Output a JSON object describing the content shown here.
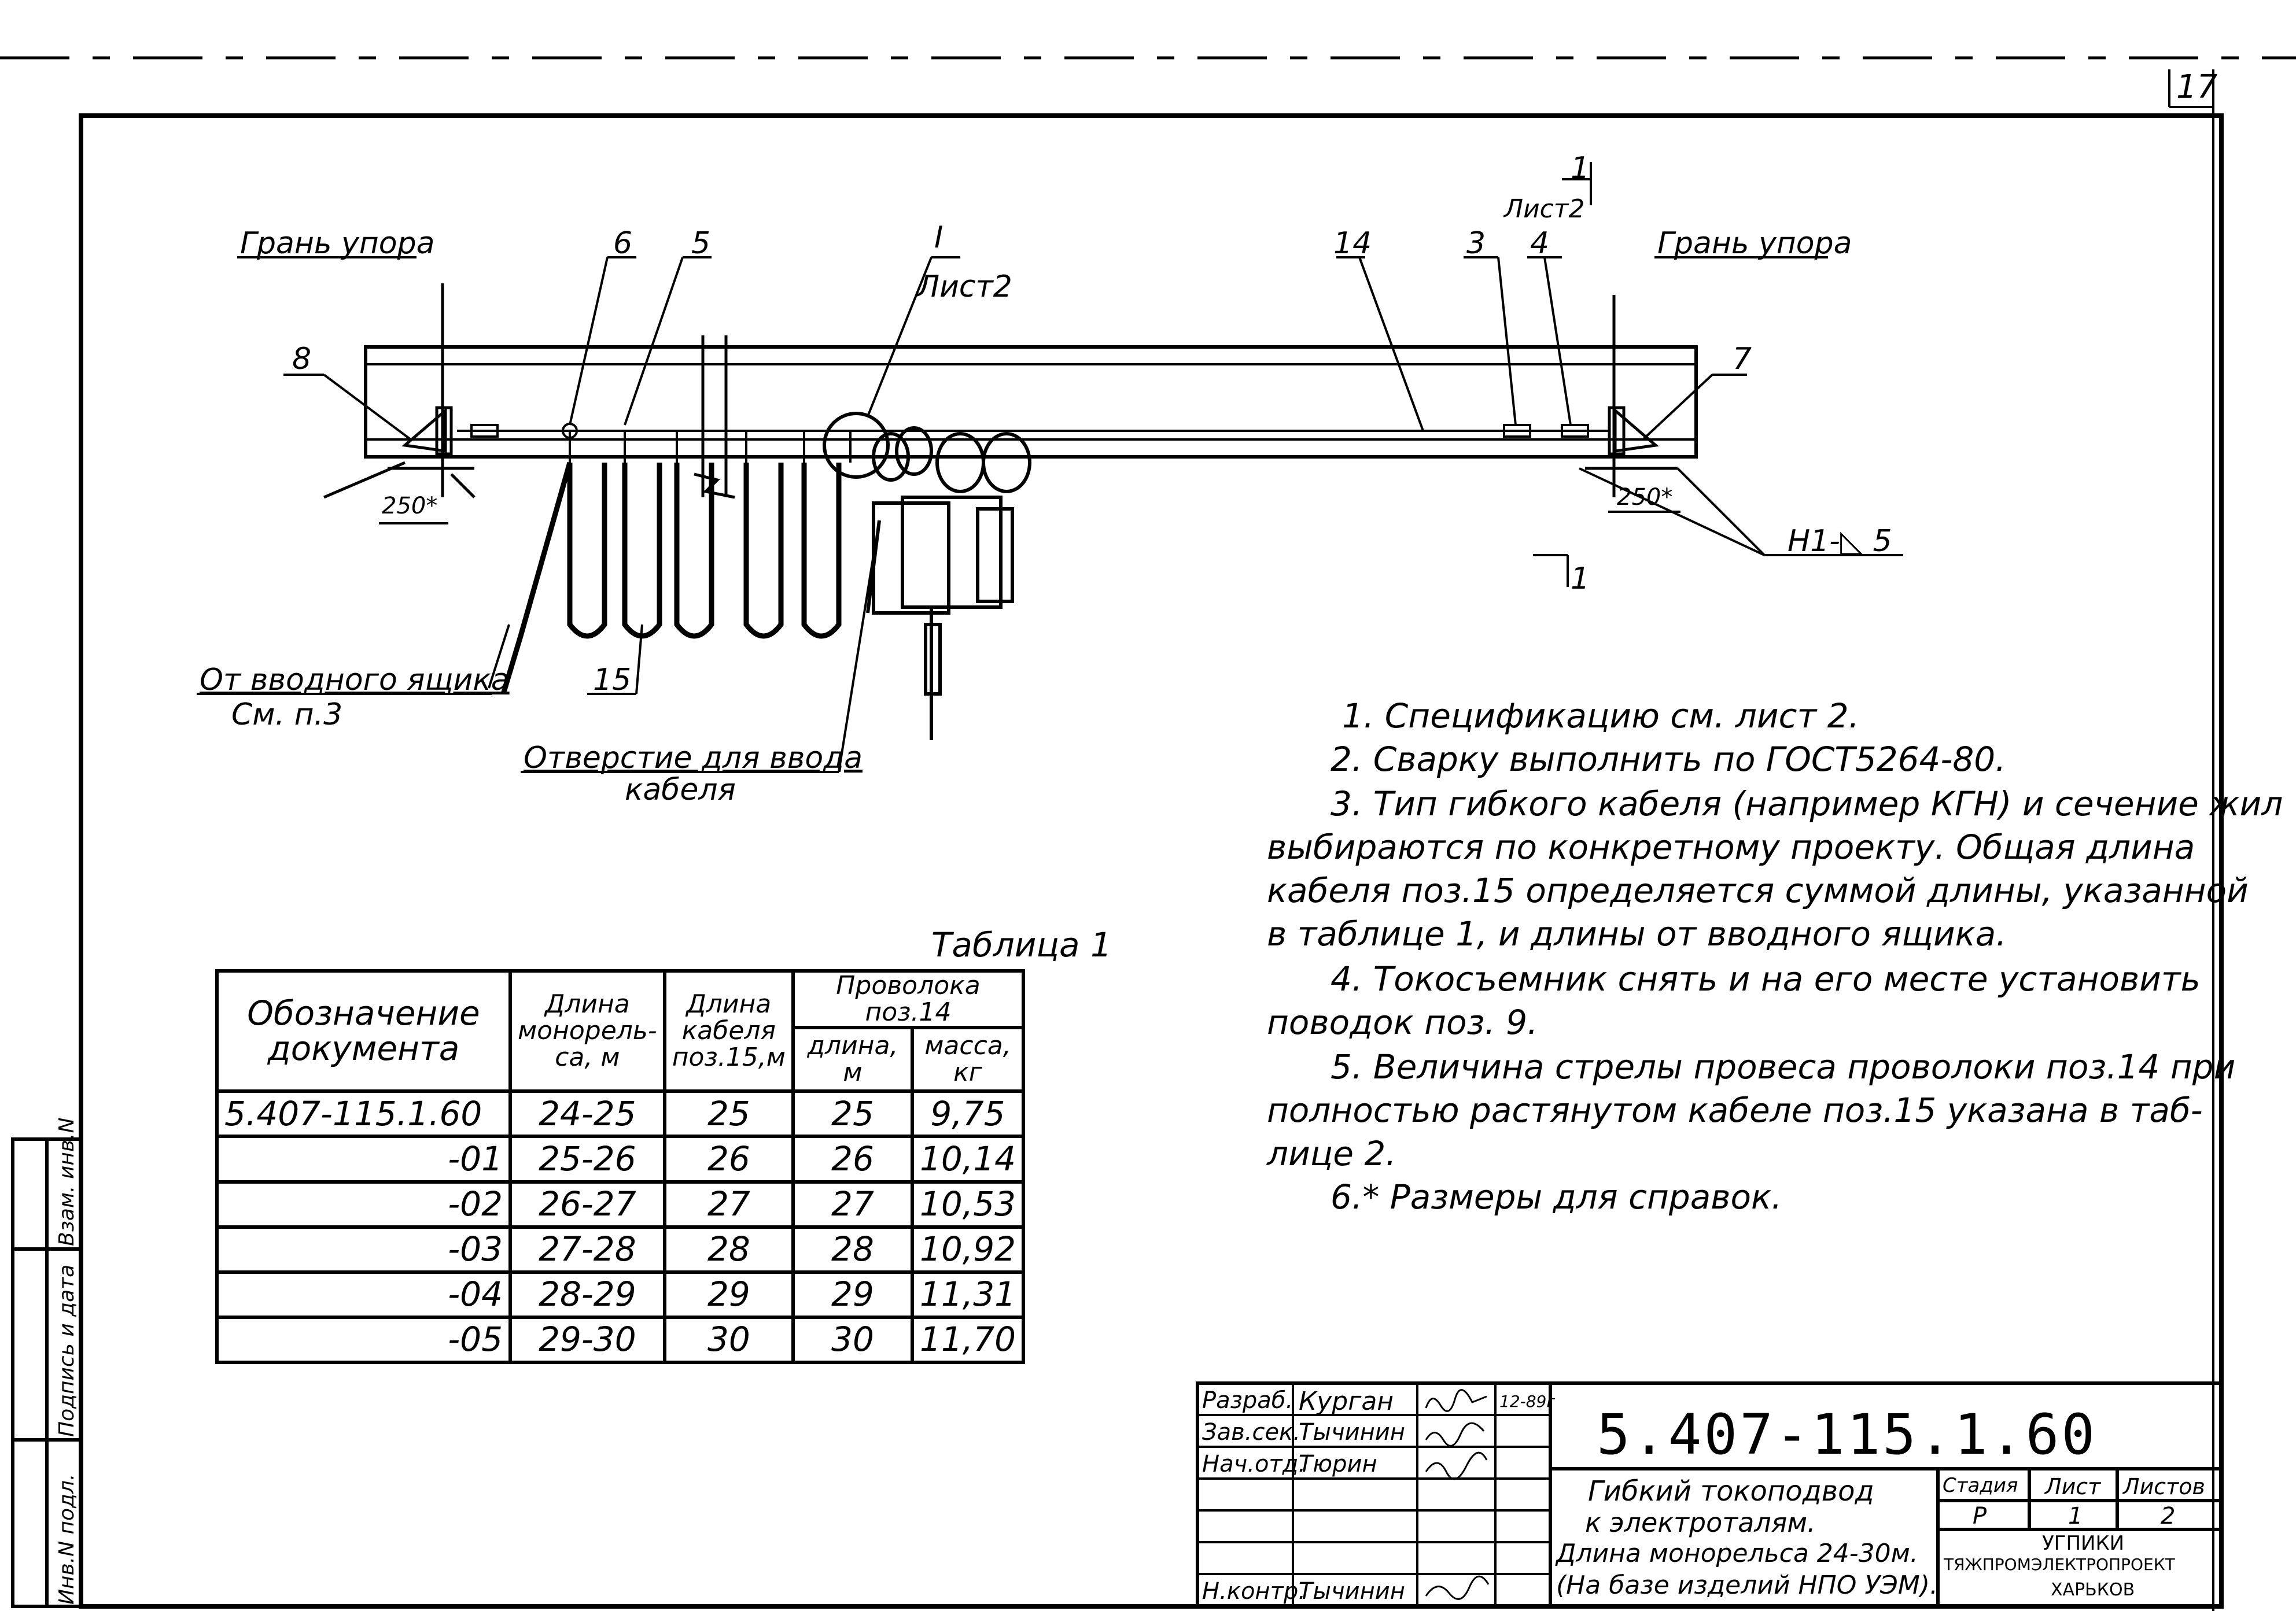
{
  "sheet_number": "17",
  "drawing_labels": {
    "edge_stop_left": "Грань упора",
    "edge_stop_right": "Грань упора",
    "pos_8": "8",
    "pos_6": "6",
    "pos_5": "5",
    "pos_detail": "I",
    "detail_sheet": "Лист2",
    "pos_14": "14",
    "pos_3": "3",
    "pos_4": "4",
    "pos_7": "7",
    "section_1_top": "1",
    "section_sheet": "Лист2",
    "section_1_bottom": "1",
    "dim_left": "250*",
    "dim_right": "250*",
    "weld_mark": "H1-◺ 5",
    "from_box": "От вводного ящика",
    "see_item": "См. п.3",
    "pos_15": "15",
    "cable_hole_1": "Отверстие для ввода",
    "cable_hole_2": "кабеля"
  },
  "notes": [
    "1. Спецификацию см. лист 2.",
    "2. Сварку выполнить по ГОСТ5264-80.",
    "3. Тип гибкого кабеля (например КГН) и сечение жил",
    "выбираются по конкретному проекту. Общая длина",
    "кабеля поз.15 определяется суммой длины, указанной",
    "в таблице 1, и длины от вводного ящика.",
    "4. Токосъемник снять и на его месте установить",
    "поводок поз. 9.",
    "5. Величина стрелы провеса проволоки поз.14 при",
    "полностью растянутом кабеле поз.15 указана в таб-",
    "лице 2.",
    "6.* Размеры для справок."
  ],
  "table1": {
    "caption": "Таблица 1",
    "headers": {
      "designation_1": "Обозначение",
      "designation_2": "документа",
      "rail_1": "Длина",
      "rail_2": "монорель-",
      "rail_3": "са, м",
      "cable_1": "Длина",
      "cable_2": "кабеля",
      "cable_3": "поз.15,м",
      "wire": "Проволока поз.14",
      "wire_len_1": "длина,",
      "wire_len_2": "м",
      "wire_mass_1": "масса,",
      "wire_mass_2": "кг"
    },
    "rows": [
      {
        "doc": "5.407-115.1.60",
        "rail": "24-25",
        "cable": "25",
        "wire_len": "25",
        "mass": "9,75"
      },
      {
        "doc": "-01",
        "rail": "25-26",
        "cable": "26",
        "wire_len": "26",
        "mass": "10,14"
      },
      {
        "doc": "-02",
        "rail": "26-27",
        "cable": "27",
        "wire_len": "27",
        "mass": "10,53"
      },
      {
        "doc": "-03",
        "rail": "27-28",
        "cable": "28",
        "wire_len": "28",
        "mass": "10,92"
      },
      {
        "doc": "-04",
        "rail": "28-29",
        "cable": "29",
        "wire_len": "29",
        "mass": "11,31"
      },
      {
        "doc": "-05",
        "rail": "29-30",
        "cable": "30",
        "wire_len": "30",
        "mass": "11,70"
      }
    ]
  },
  "title_block": {
    "code": "5.407-115.1.60",
    "roles": [
      "Разраб.",
      "Зав.сек.",
      "Нач.отд.",
      "",
      "",
      "",
      "Н.контр."
    ],
    "names": [
      "Курган",
      "Тычинин",
      "Тюрин",
      "",
      "",
      "",
      "Тычинин"
    ],
    "date": "12-89г",
    "title_1": "Гибкий токоподвод",
    "title_2": "к электроталям.",
    "title_3": "Длина монорельса 24-30м.",
    "title_4": "(На базе изделий НПО УЭМ).",
    "stage_h": "Стадия",
    "sheet_h": "Лист",
    "sheets_h": "Листов",
    "stage": "Р",
    "sheet": "1",
    "sheets": "2",
    "org_1": "УГПИКИ",
    "org_2": "ТЯЖПРОМЭЛЕКТРОПРОЕКТ",
    "org_3": "ХАРЬКОВ"
  },
  "side_stamp": {
    "inv": "Инв.N подл.",
    "sign": "Подпись и дата",
    "inst": "Взам. инв.N"
  }
}
